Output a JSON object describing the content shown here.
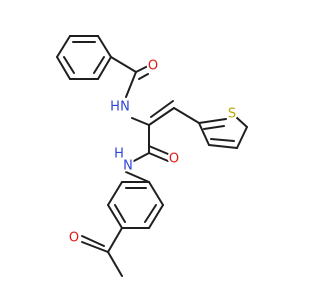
{
  "colors": {
    "background": "#ffffff",
    "bond": "#1f1f1f",
    "oxygen": "#e0190f",
    "nitrogen": "#2f45d8",
    "sulfur": "#b8a800"
  },
  "atoms": {
    "o_benzoyl": "O",
    "nh_amide_top": "N",
    "h_amide_top": "H",
    "s_thiophene": "S",
    "o_amide": "O",
    "nh_anilide": "N",
    "h_anilide": "H",
    "o_acetyl": "O"
  }
}
